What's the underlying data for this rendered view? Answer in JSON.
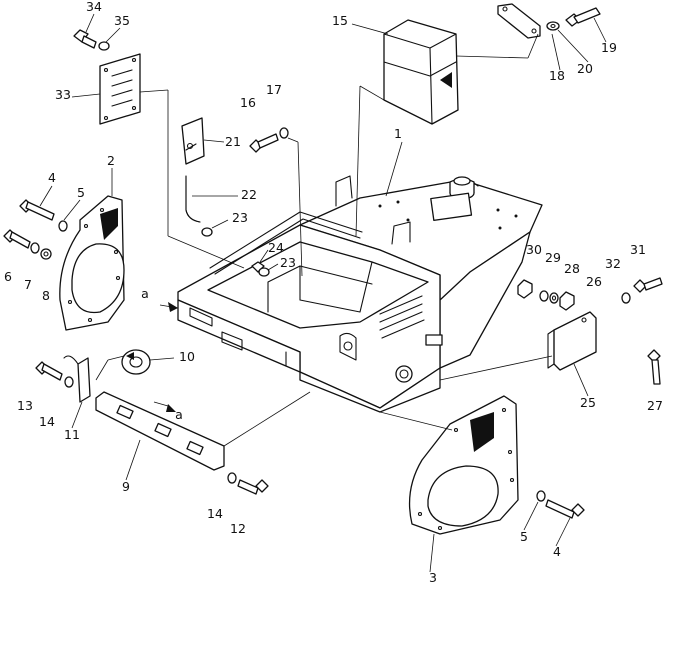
{
  "callouts": [
    {
      "id": "1",
      "text": "1"
    },
    {
      "id": "2",
      "text": "2"
    },
    {
      "id": "3",
      "text": "3"
    },
    {
      "id": "4a",
      "text": "4"
    },
    {
      "id": "4b",
      "text": "4"
    },
    {
      "id": "5a",
      "text": "5"
    },
    {
      "id": "5b",
      "text": "5"
    },
    {
      "id": "6",
      "text": "6"
    },
    {
      "id": "7",
      "text": "7"
    },
    {
      "id": "8",
      "text": "8"
    },
    {
      "id": "9",
      "text": "9"
    },
    {
      "id": "10",
      "text": "10"
    },
    {
      "id": "11",
      "text": "11"
    },
    {
      "id": "12",
      "text": "12"
    },
    {
      "id": "13",
      "text": "13"
    },
    {
      "id": "14a",
      "text": "14"
    },
    {
      "id": "14b",
      "text": "14"
    },
    {
      "id": "15",
      "text": "15"
    },
    {
      "id": "16",
      "text": "16"
    },
    {
      "id": "17",
      "text": "17"
    },
    {
      "id": "18",
      "text": "18"
    },
    {
      "id": "19",
      "text": "19"
    },
    {
      "id": "20",
      "text": "20"
    },
    {
      "id": "21",
      "text": "21"
    },
    {
      "id": "22",
      "text": "22"
    },
    {
      "id": "23a",
      "text": "23"
    },
    {
      "id": "23b",
      "text": "23"
    },
    {
      "id": "24",
      "text": "24"
    },
    {
      "id": "25",
      "text": "25"
    },
    {
      "id": "26",
      "text": "26"
    },
    {
      "id": "27",
      "text": "27"
    },
    {
      "id": "28",
      "text": "28"
    },
    {
      "id": "29",
      "text": "29"
    },
    {
      "id": "30",
      "text": "30"
    },
    {
      "id": "31",
      "text": "31"
    },
    {
      "id": "32",
      "text": "32"
    },
    {
      "id": "33",
      "text": "33"
    },
    {
      "id": "34",
      "text": "34"
    },
    {
      "id": "35",
      "text": "35"
    }
  ],
  "view_markers": [
    {
      "id": "a-left",
      "text": "a"
    },
    {
      "id": "a-plate",
      "text": "a"
    }
  ]
}
